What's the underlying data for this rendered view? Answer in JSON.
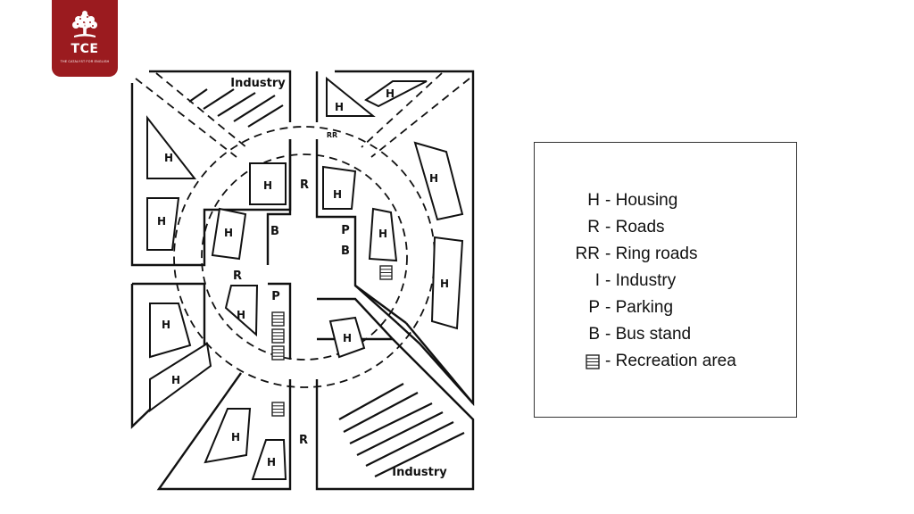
{
  "logo": {
    "name": "TCE",
    "tagline": "THE CATALYST FOR ENGLISH"
  },
  "map": {
    "industry_top": "Industry",
    "industry_bottom": "Industry",
    "housing": "H",
    "road": "R",
    "ring_road": "RR",
    "parking": "P",
    "bus_stand": "B"
  },
  "legend": {
    "items": [
      {
        "symbol": "H",
        "desc": "- Housing"
      },
      {
        "symbol": "R",
        "desc": "- Roads"
      },
      {
        "symbol": "RR",
        "desc": "- Ring roads"
      },
      {
        "symbol": "I",
        "desc": "- Industry"
      },
      {
        "symbol": "P",
        "desc": "- Parking"
      },
      {
        "symbol": "B",
        "desc": "- Bus stand"
      },
      {
        "symbol": "",
        "icon": "recreation-icon",
        "desc": "- Recreation area"
      }
    ]
  }
}
